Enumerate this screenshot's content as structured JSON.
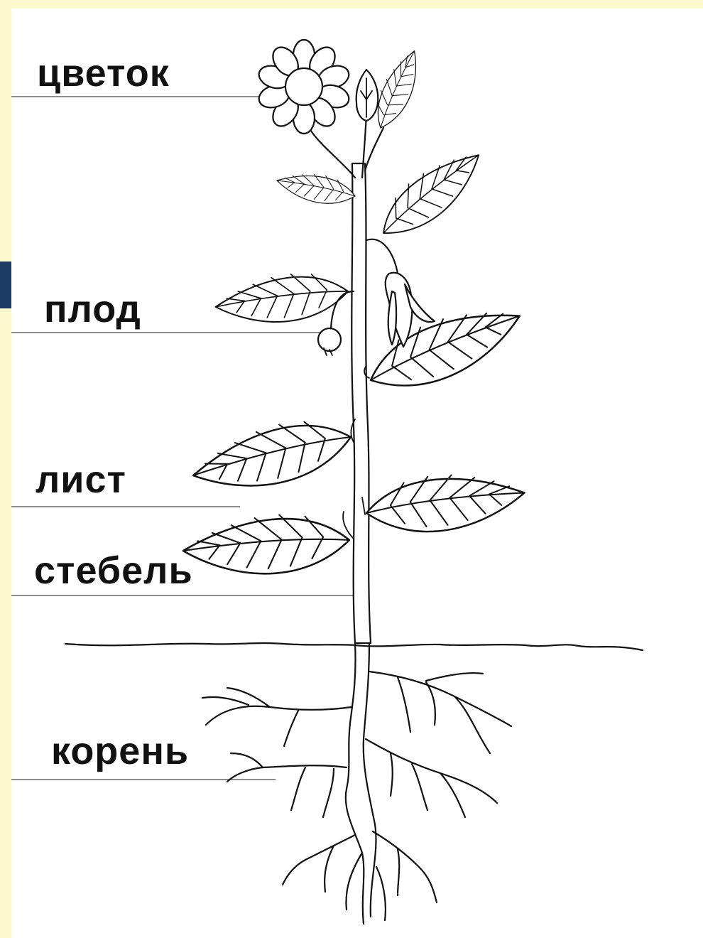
{
  "labels": {
    "flower": "цветок",
    "fruit": "плод",
    "leaf": "лист",
    "stem": "стебель",
    "root": "корень"
  },
  "colors": {
    "frame": "#0d1b3e",
    "border": "#fdf9cf",
    "accent": "#1c3a63",
    "paper": "#ffffff",
    "ink": "#111111"
  }
}
